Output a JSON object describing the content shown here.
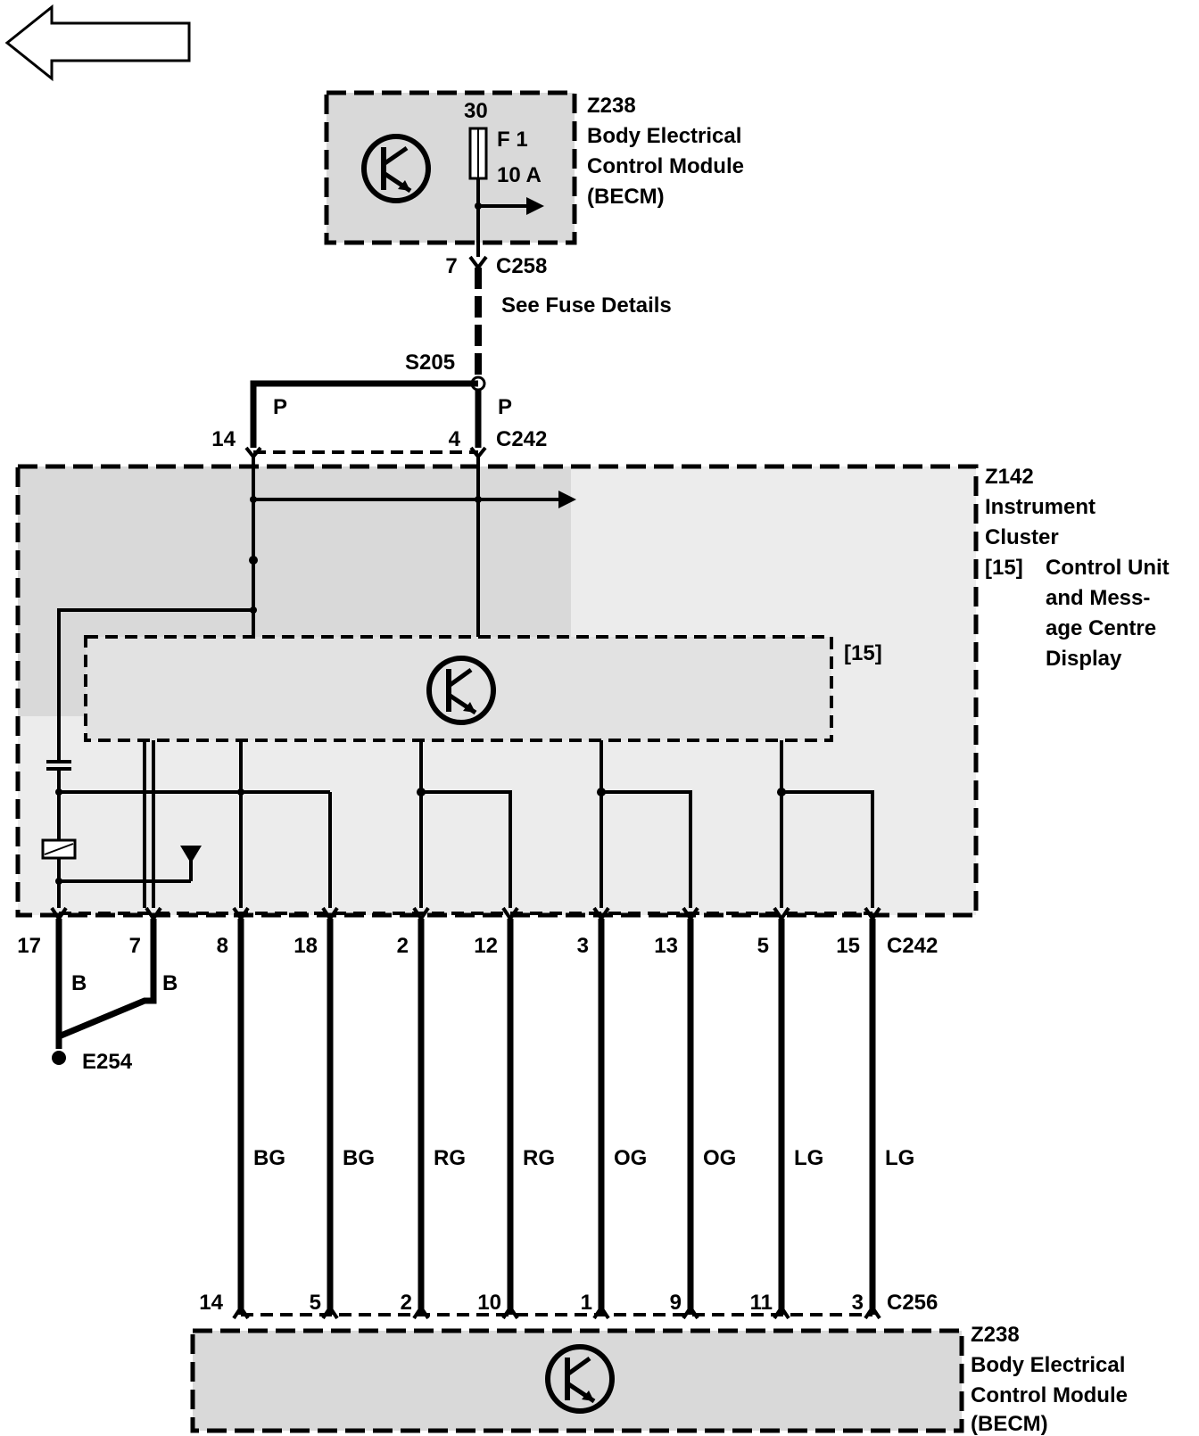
{
  "top_module": {
    "id": "Z238",
    "name_line1": "Body Electrical",
    "name_line2": "Control Module",
    "name_line3": "(BECM)",
    "terminal": "30",
    "fuse_name": "F 1",
    "fuse_rating": "10 A"
  },
  "c258": {
    "pin": "7",
    "name": "C258",
    "note": "See Fuse Details"
  },
  "splice": "S205",
  "c242_top": {
    "left_pin": "14",
    "right_pin": "4",
    "name": "C242",
    "left_color": "P",
    "right_color": "P"
  },
  "cluster": {
    "id": "Z142",
    "name_line1": "Instrument",
    "name_line2": "Cluster",
    "sub_ref": "[15]",
    "sub_line1": "Control Unit",
    "sub_line2": "and Mess-",
    "sub_line3": "age Centre",
    "sub_line4": "Display",
    "inner_ref": "[15]"
  },
  "c242_bottom": {
    "name": "C242",
    "pins": [
      "17",
      "7",
      "8",
      "18",
      "2",
      "12",
      "3",
      "13",
      "5",
      "15"
    ]
  },
  "ground": {
    "id": "E254",
    "wire_left": "B",
    "wire_right": "B"
  },
  "wire_colors": [
    "BG",
    "BG",
    "RG",
    "RG",
    "OG",
    "OG",
    "LG",
    "LG"
  ],
  "c256": {
    "name": "C256",
    "pins": [
      "14",
      "5",
      "2",
      "10",
      "1",
      "9",
      "11",
      "3"
    ]
  },
  "bottom_module": {
    "id": "Z238",
    "name_line1": "Body Electrical",
    "name_line2": "Control Module",
    "name_line3": "(BECM)"
  }
}
